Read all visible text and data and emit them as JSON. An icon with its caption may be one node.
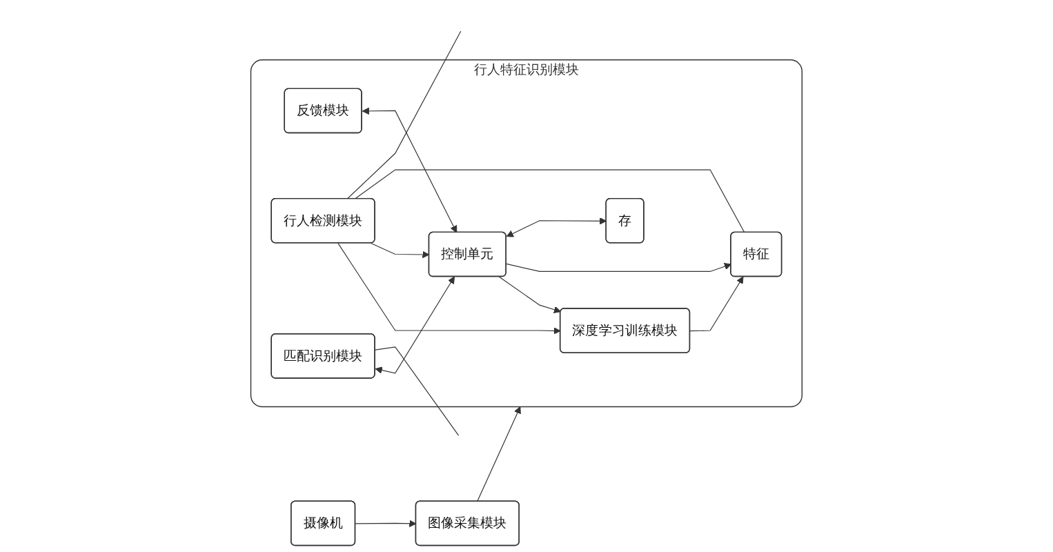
{
  "diagram": {
    "nodes": [
      {
        "text": [
          "摄像机"
        ]
      },
      {
        "text": [
          "图像采集模块"
        ]
      },
      {
        "text": [
          "行人特征识别模块"
        ]
      },
      {
        "text": [
          "深度学习训练模块"
        ],
        "in": 2
      },
      {
        "text": [
          "反馈模块"
        ],
        "in": 2
      },
      {
        "text": [
          "行人检测模块"
        ],
        "in": 2
      },
      {
        "text": [
          "匹配识别模块"
        ],
        "in": 2
      },
      {
        "text": [
          "控制单元"
        ],
        "in": 2
      },
      {
        "text": [
          "特征"
        ],
        "in": 2
      },
      {
        "text": [
          "存"
        ],
        "in": 2
      }
    ],
    "edges": [
      {
        "from": 0,
        "to": 1,
        "arrow": "to"
      },
      {
        "from": 1,
        "to": 2,
        "arrow": "to"
      },
      {
        "from": 5,
        "to": 3,
        "arrow": "to"
      },
      {
        "from": 5,
        "to": 7,
        "arrow": "to"
      },
      {
        "from": 7,
        "to": 3,
        "arrow": "to"
      },
      {
        "from": 3,
        "to": 8,
        "arrow": "to"
      },
      {
        "from": 4,
        "to": 7,
        "arrow": "both"
      },
      {
        "from": 6,
        "to": 7,
        "arrow": "both"
      },
      {
        "from": 7,
        "to": 8,
        "arrow": "to"
      },
      {
        "from": 5,
        "to": 8,
        "arrow": "none"
      },
      {
        "from": 7,
        "to": 9,
        "arrow": "both"
      },
      {
        "from": 5,
        "to": null,
        "arrow": "none"
      },
      {
        "from": 6,
        "to": null,
        "arrow": "none"
      }
    ]
  }
}
